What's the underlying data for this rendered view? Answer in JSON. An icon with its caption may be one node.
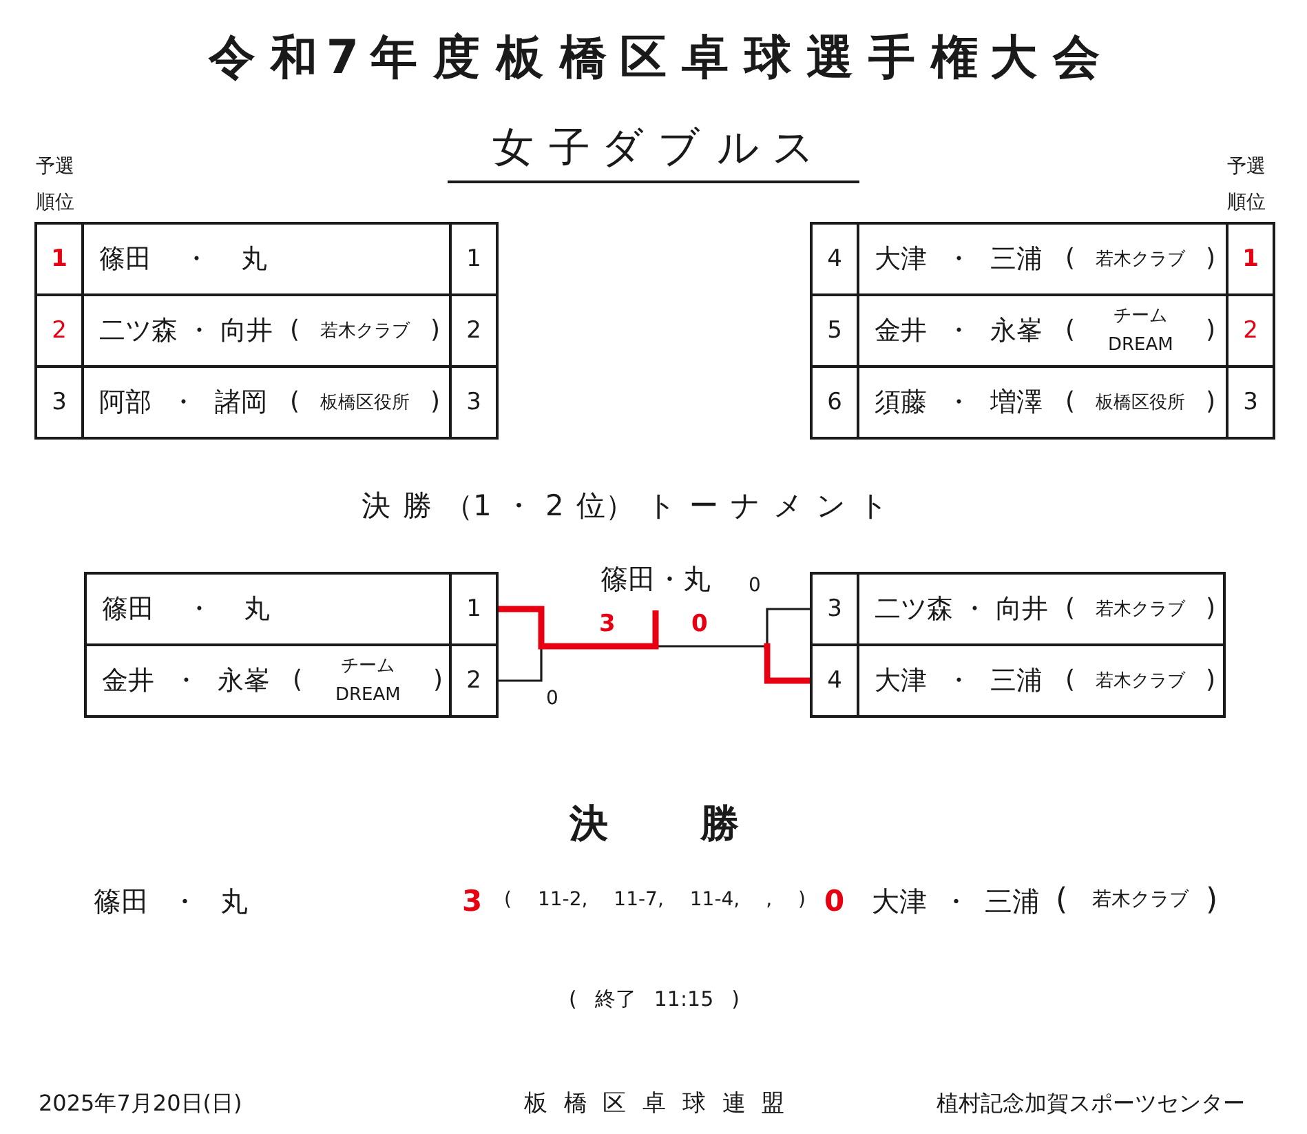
{
  "diagram": {
    "title": "令和7年度板橋区卓球選手権大会",
    "nodes": [
      {
        "text": [
          "1",
          "篠田 ・ 丸",
          "1"
        ]
      },
      {
        "text": [
          "2",
          "二ツ森 ・ 向井",
          "(",
          "若木クラブ",
          ")",
          "2"
        ]
      },
      {
        "text": [
          "3",
          "阿部 ・ 諸岡",
          "(",
          "板橋区役所",
          ")",
          "3"
        ]
      },
      {
        "text": [
          "4",
          "大津 ・ 三浦",
          "(",
          "若木クラブ",
          ")",
          "1"
        ]
      },
      {
        "text": [
          "5",
          "金井 ・ 永峯",
          "(",
          "チーム DREAM",
          ")",
          "2"
        ]
      },
      {
        "text": [
          "6",
          "須藤 ・ 増澤",
          "(",
          "板橋区役所",
          ")",
          "3"
        ]
      },
      {
        "text": [
          "篠田 ・ 丸",
          "1"
        ]
      },
      {
        "text": [
          "金井 ・ 永峯",
          "(",
          "チーム DREAM",
          ")",
          "2"
        ]
      },
      {
        "text": [
          "篠田・丸"
        ]
      },
      {
        "text": [
          "3",
          "二ツ森 ・ 向井",
          "(",
          "若木クラブ",
          ")"
        ]
      },
      {
        "text": [
          "4",
          "大津 ・ 三浦",
          "(",
          "若木クラブ",
          ")"
        ]
      }
    ],
    "edges": [
      {
        "from": 6,
        "to": 8,
        "arrow": "none",
        "style": "thick",
        "color": "#e60012"
      },
      {
        "from": 7,
        "to": 8,
        "arrow": "none",
        "label": "0",
        "color": "#1a1a1a"
      },
      {
        "from": 9,
        "to": 8,
        "arrow": "none",
        "label": "0",
        "color": "#1a1a1a"
      },
      {
        "from": 10,
        "to": 8,
        "arrow": "none",
        "style": "thick",
        "color": "#e60012"
      }
    ],
    "labels": [
      "女子ダブルス",
      "予選順位",
      "予選順位",
      "決 勝 （1 ・ 2 位） ト ー ナ メ ン ト",
      "3",
      "0",
      "決勝",
      "篠田 ・ 丸",
      "3",
      "( 11-2, 11-7, 11-4, , )",
      "0",
      "大津 ・ 三浦",
      "(",
      "若木クラブ",
      ")",
      "( 終了 11:15 )",
      "2025年7月20日(日)",
      "板橋区卓球連盟",
      "植村記念加賀スポーツセンター"
    ]
  }
}
